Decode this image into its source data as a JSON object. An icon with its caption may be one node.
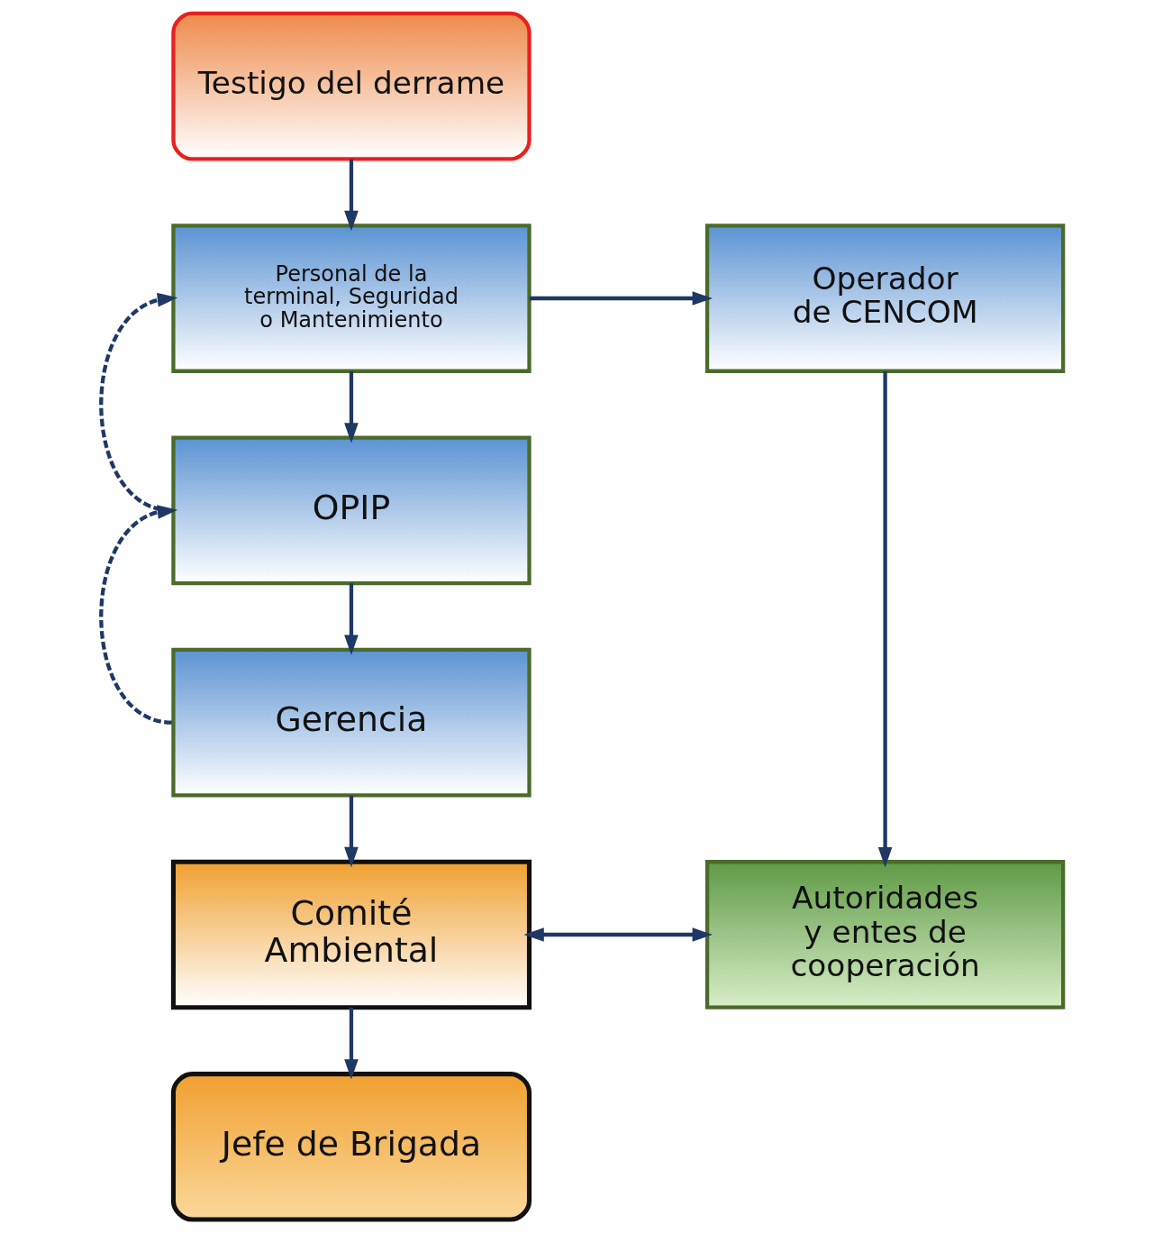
{
  "diagram": {
    "nodes": [
      {
        "text": [
          "Testigo del derrame"
        ]
      },
      {
        "text": [
          "Personal de la terminal, Seguridad o Mantenimiento"
        ]
      },
      {
        "text": [
          "Operador de CENCOM"
        ]
      },
      {
        "text": [
          "OPIP"
        ]
      },
      {
        "text": [
          "Gerencia"
        ]
      },
      {
        "text": [
          "Comité Ambiental"
        ]
      },
      {
        "text": [
          "Autoridades y entes de cooperación"
        ]
      },
      {
        "text": [
          "Jefe de Brigada"
        ]
      }
    ],
    "edges": [
      {
        "from": 0,
        "to": 1,
        "arrow": "to"
      },
      {
        "from": 1,
        "to": 2,
        "arrow": "to"
      },
      {
        "from": 1,
        "to": 3,
        "arrow": "to"
      },
      {
        "from": 3,
        "to": 4,
        "arrow": "to"
      },
      {
        "from": 2,
        "to": 6,
        "arrow": "to"
      },
      {
        "from": 4,
        "to": 5,
        "arrow": "to"
      },
      {
        "from": 5,
        "to": 6,
        "arrow": "both"
      },
      {
        "from": 5,
        "to": 7,
        "arrow": "to"
      },
      {
        "from": 4,
        "to": 3,
        "arrow": "to",
        "style": "dashed"
      },
      {
        "from": 3,
        "to": 1,
        "arrow": "to",
        "style": "dashed"
      }
    ]
  }
}
